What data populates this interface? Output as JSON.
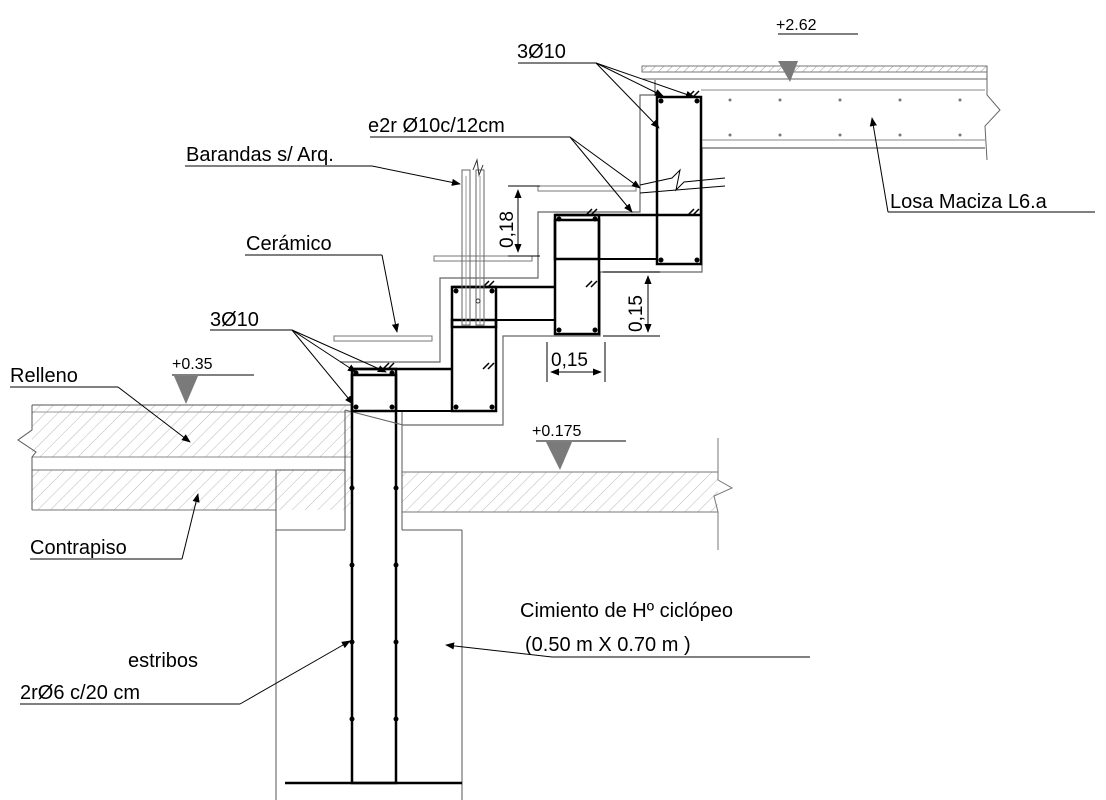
{
  "levels": {
    "top": "+2.62",
    "ground": "+0.35",
    "floor": "+0.175"
  },
  "labels": {
    "bars_top": "3Ø10",
    "stirrups_stair": "e2r Ø10c/12cm",
    "railing": "Barandas s/ Arq.",
    "slab": "Losa Maciza L6.a",
    "ceramic": "Cerámico",
    "bars_bottom": "3Ø10",
    "fill": "Relleno",
    "subfloor": "Contrapiso",
    "foundation_line1": "Cimiento de Hº ciclópeo",
    "foundation_line2": "(0.50 m X 0.70 m )",
    "stirrups_col_line1": "estribos",
    "stirrups_col_line2": "2rØ6 c/20 cm"
  },
  "dimensions": {
    "riser_railing": "0,18",
    "riser": "0,15",
    "tread": "0,15"
  }
}
